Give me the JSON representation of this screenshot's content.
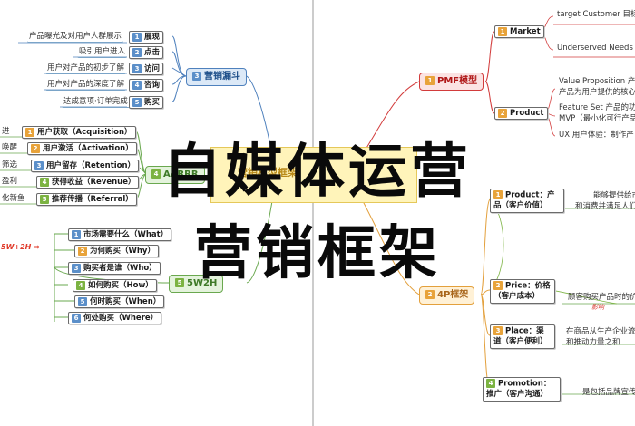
{
  "overlay": {
    "line1": "自媒体运营",
    "line2": "营销框架"
  },
  "center": {
    "label": "营销模型框架"
  },
  "funnel": {
    "title": "营销漏斗",
    "num": "3",
    "items": [
      {
        "leaf": "产品曝光及对用户人群展示",
        "num": "1",
        "label": "展现"
      },
      {
        "leaf": "吸引用户进入",
        "num": "2",
        "label": "点击"
      },
      {
        "leaf": "用户对产品的初步了解",
        "num": "3",
        "label": "访问"
      },
      {
        "leaf": "用户对产品的深度了解",
        "num": "4",
        "label": "咨询"
      },
      {
        "leaf": "达成意项·订单完成",
        "num": "5",
        "label": "购买"
      }
    ]
  },
  "aarrr": {
    "title": "AARRR",
    "num": "4",
    "items": [
      {
        "leaf": "进",
        "num": "1",
        "label": "用户获取（Acquisition）"
      },
      {
        "leaf": "唤醒",
        "num": "2",
        "label": "用户激活（Activation）"
      },
      {
        "leaf": "筛选",
        "num": "3",
        "label": "用户留存（Retention）"
      },
      {
        "leaf": "盈利",
        "num": "4",
        "label": "获得收益（Revenue）"
      },
      {
        "leaf": "化新鱼",
        "num": "5",
        "label": "推荐传播（Referral）"
      }
    ]
  },
  "fivew": {
    "title": "5W2H",
    "num": "5",
    "tag": "5W+2H ➡",
    "items": [
      {
        "num": "1",
        "label": "市场需要什么（What）"
      },
      {
        "num": "2",
        "label": "为何购买（Why）"
      },
      {
        "num": "3",
        "label": "购买者是谁（Who）"
      },
      {
        "num": "4",
        "label": "如何购买（How）"
      },
      {
        "num": "5",
        "label": "何时购买（When）"
      },
      {
        "num": "6",
        "label": "何处购买（Where）"
      }
    ]
  },
  "pmf": {
    "title": "PMF模型",
    "num": "1",
    "market": {
      "num": "1",
      "label": "Market",
      "leaves": [
        "target Customer 目标用",
        "Underserved Needs 目"
      ]
    },
    "product": {
      "num": "2",
      "label": "Product",
      "leaves": [
        "Value Proposition 产",
        "产品为用户提供的核心",
        "Feature Set 产品的功",
        "MVP（最小化可行产品",
        "UX 用户体验：制作产"
      ]
    }
  },
  "fourp": {
    "title": "4P框架",
    "num": "2",
    "items": [
      {
        "num": "1",
        "label": "Product：产品（客户价值）",
        "leaf1": "能够提供给市",
        "leaf2": "和消费并满足人们"
      },
      {
        "num": "2",
        "label": "Price：价格（客户成本）",
        "leaf1": "顾客购买产品时的价",
        "leaf2": ""
      },
      {
        "num": "3",
        "label": "Place：渠道（客户便利）",
        "leaf1": "在商品从生产企业流",
        "leaf2": "和推动力量之和"
      },
      {
        "num": "4",
        "label": "Promotion：推广（客户沟通）",
        "leaf1": "是包括品牌宣传",
        "leaf2": ""
      }
    ],
    "note": "影响"
  },
  "colors": {
    "funnel": "#4f81bd",
    "pmf": "#d23b3b",
    "aarrr": "#6aa84f",
    "fourp": "#e3a03c"
  }
}
